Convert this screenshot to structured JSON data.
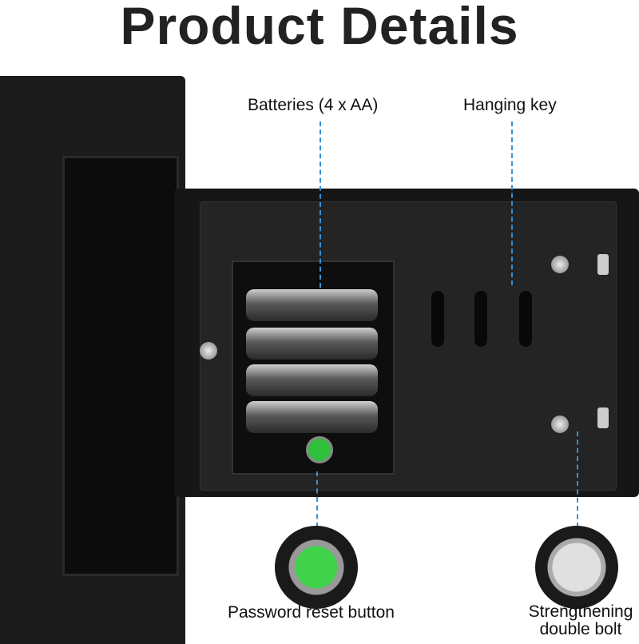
{
  "title": "Product Details",
  "callouts": {
    "batteries": "Batteries (4 x AA)",
    "hanging_key": "Hanging key",
    "reset_button": "Password reset button",
    "bolt_line1": "Strengthening",
    "bolt_line2": "double bolt"
  },
  "colors": {
    "callout_line": "#3a8fd0",
    "reset_button": "#2fbf3a"
  }
}
